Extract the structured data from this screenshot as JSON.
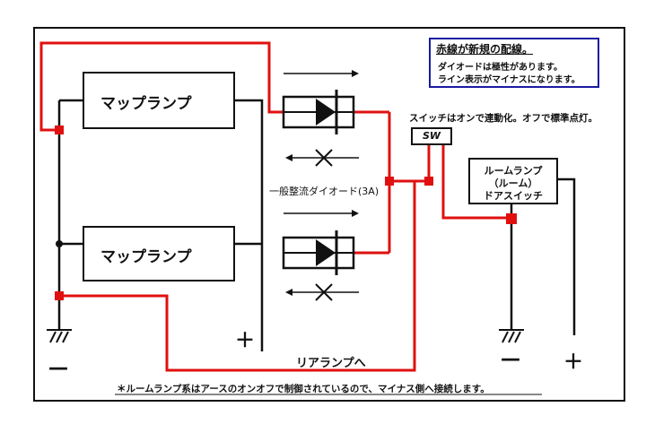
{
  "labels": {
    "map_lamp_top": "マップランプ",
    "map_lamp_bottom": "マップランプ",
    "diode_label": "一般整流ダイオード(3A)",
    "switch_note": "スイッチはオンで連動化。オフで標準点灯。",
    "switch_label": "SW",
    "rear_lamp": "リアランプへ",
    "footer": "＊ルームランプ系はアースのオンオフで制御されているので、マイナス側へ接続します。"
  },
  "note_box": {
    "title": "赤線が新規の配線。",
    "line1": "ダイオードは極性があります。",
    "line2": "ライン表示がマイナスになります。"
  },
  "room_lamp": {
    "line1": "ルームランプ",
    "line2": "（ルーム）",
    "line3": "ドアスイッチ"
  },
  "symbols": {
    "plus": "＋",
    "minus": "－"
  },
  "colors": {
    "new_wire": "#e01010",
    "existing_wire": "#111111",
    "note_border": "#1a1aa0"
  }
}
